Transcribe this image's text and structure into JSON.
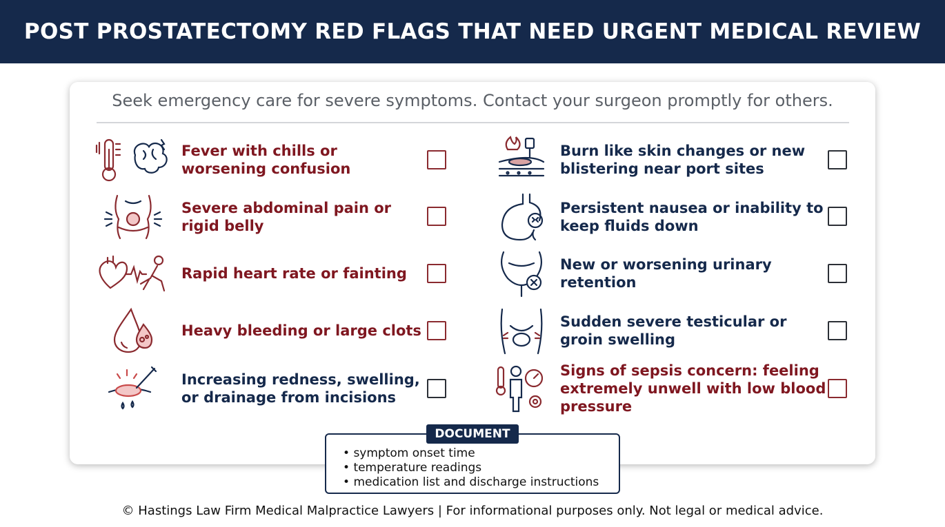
{
  "header": {
    "title": "POST PROSTATECTOMY RED FLAGS THAT NEED URGENT MEDICAL REVIEW"
  },
  "subtitle": "Seek emergency care for severe symptoms. Contact your surgeon promptly for others.",
  "left_items": [
    {
      "label_lines": [
        "Fever with chills or",
        "worsening confusion"
      ],
      "tone": "red",
      "icon": "thermometer-brain-icon"
    },
    {
      "label_lines": [
        "Severe abdominal pain or",
        "rigid belly"
      ],
      "tone": "red",
      "icon": "abdomen-pain-icon"
    },
    {
      "label_lines": [
        "Rapid heart rate or fainting"
      ],
      "tone": "red",
      "icon": "heart-fainting-icon"
    },
    {
      "label_lines": [
        "Heavy bleeding or large clots"
      ],
      "tone": "red",
      "icon": "blood-drop-icon"
    },
    {
      "label_lines": [
        "Increasing redness, swelling,",
        "or drainage from incisions"
      ],
      "tone": "navy",
      "icon": "incision-icon"
    }
  ],
  "right_items": [
    {
      "label_lines": [
        "Burn like skin changes or new",
        "blistering near port sites"
      ],
      "tone": "navy",
      "icon": "skin-burn-icon"
    },
    {
      "label_lines": [
        "Persistent nausea or inability to",
        "keep fluids down"
      ],
      "tone": "navy",
      "icon": "nausea-stomach-icon"
    },
    {
      "label_lines": [
        "New or worsening urinary",
        "retention"
      ],
      "tone": "navy",
      "icon": "bladder-retention-icon"
    },
    {
      "label_lines": [
        "Sudden severe testicular or",
        "groin swelling"
      ],
      "tone": "navy",
      "icon": "groin-swelling-icon"
    },
    {
      "label_lines": [
        "Signs of sepsis concern: feeling",
        "extremely unwell with low blood",
        "pressure"
      ],
      "tone": "red",
      "icon": "sepsis-icon"
    }
  ],
  "document": {
    "tag": "DOCUMENT",
    "items": [
      "symptom onset time",
      "temperature readings",
      "medication list and discharge instructions"
    ]
  },
  "footer": "© Hastings Law Firm Medical Malpractice Lawyers | For informational purposes only. Not legal or medical advice.",
  "colors": {
    "navy": "#15294b",
    "red": "#7f1720",
    "gray": "#5a5f66"
  }
}
